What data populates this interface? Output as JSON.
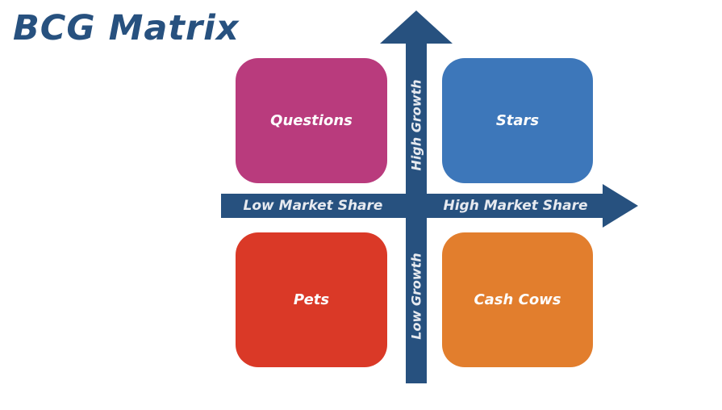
{
  "title": "BCG Matrix",
  "colors": {
    "navy": "#27517f",
    "axis_text": "#e7eaf0",
    "questions": "#b93b7d",
    "stars": "#3d77ba",
    "pets": "#da3927",
    "cash_cows": "#e27e2d"
  },
  "axes": {
    "vertical": {
      "top_label": "High Growth",
      "bottom_label": "Low Growth"
    },
    "horizontal": {
      "left_label": "Low Market Share",
      "right_label": "High Market Share"
    }
  },
  "quadrants": [
    {
      "id": "questions",
      "label": "Questions",
      "color": "#b93b7d",
      "position": "top-left"
    },
    {
      "id": "stars",
      "label": "Stars",
      "color": "#3d77ba",
      "position": "top-right"
    },
    {
      "id": "pets",
      "label": "Pets",
      "color": "#da3927",
      "position": "bottom-left"
    },
    {
      "id": "cash_cows",
      "label": "Cash Cows",
      "color": "#e27e2d",
      "position": "bottom-right"
    }
  ]
}
